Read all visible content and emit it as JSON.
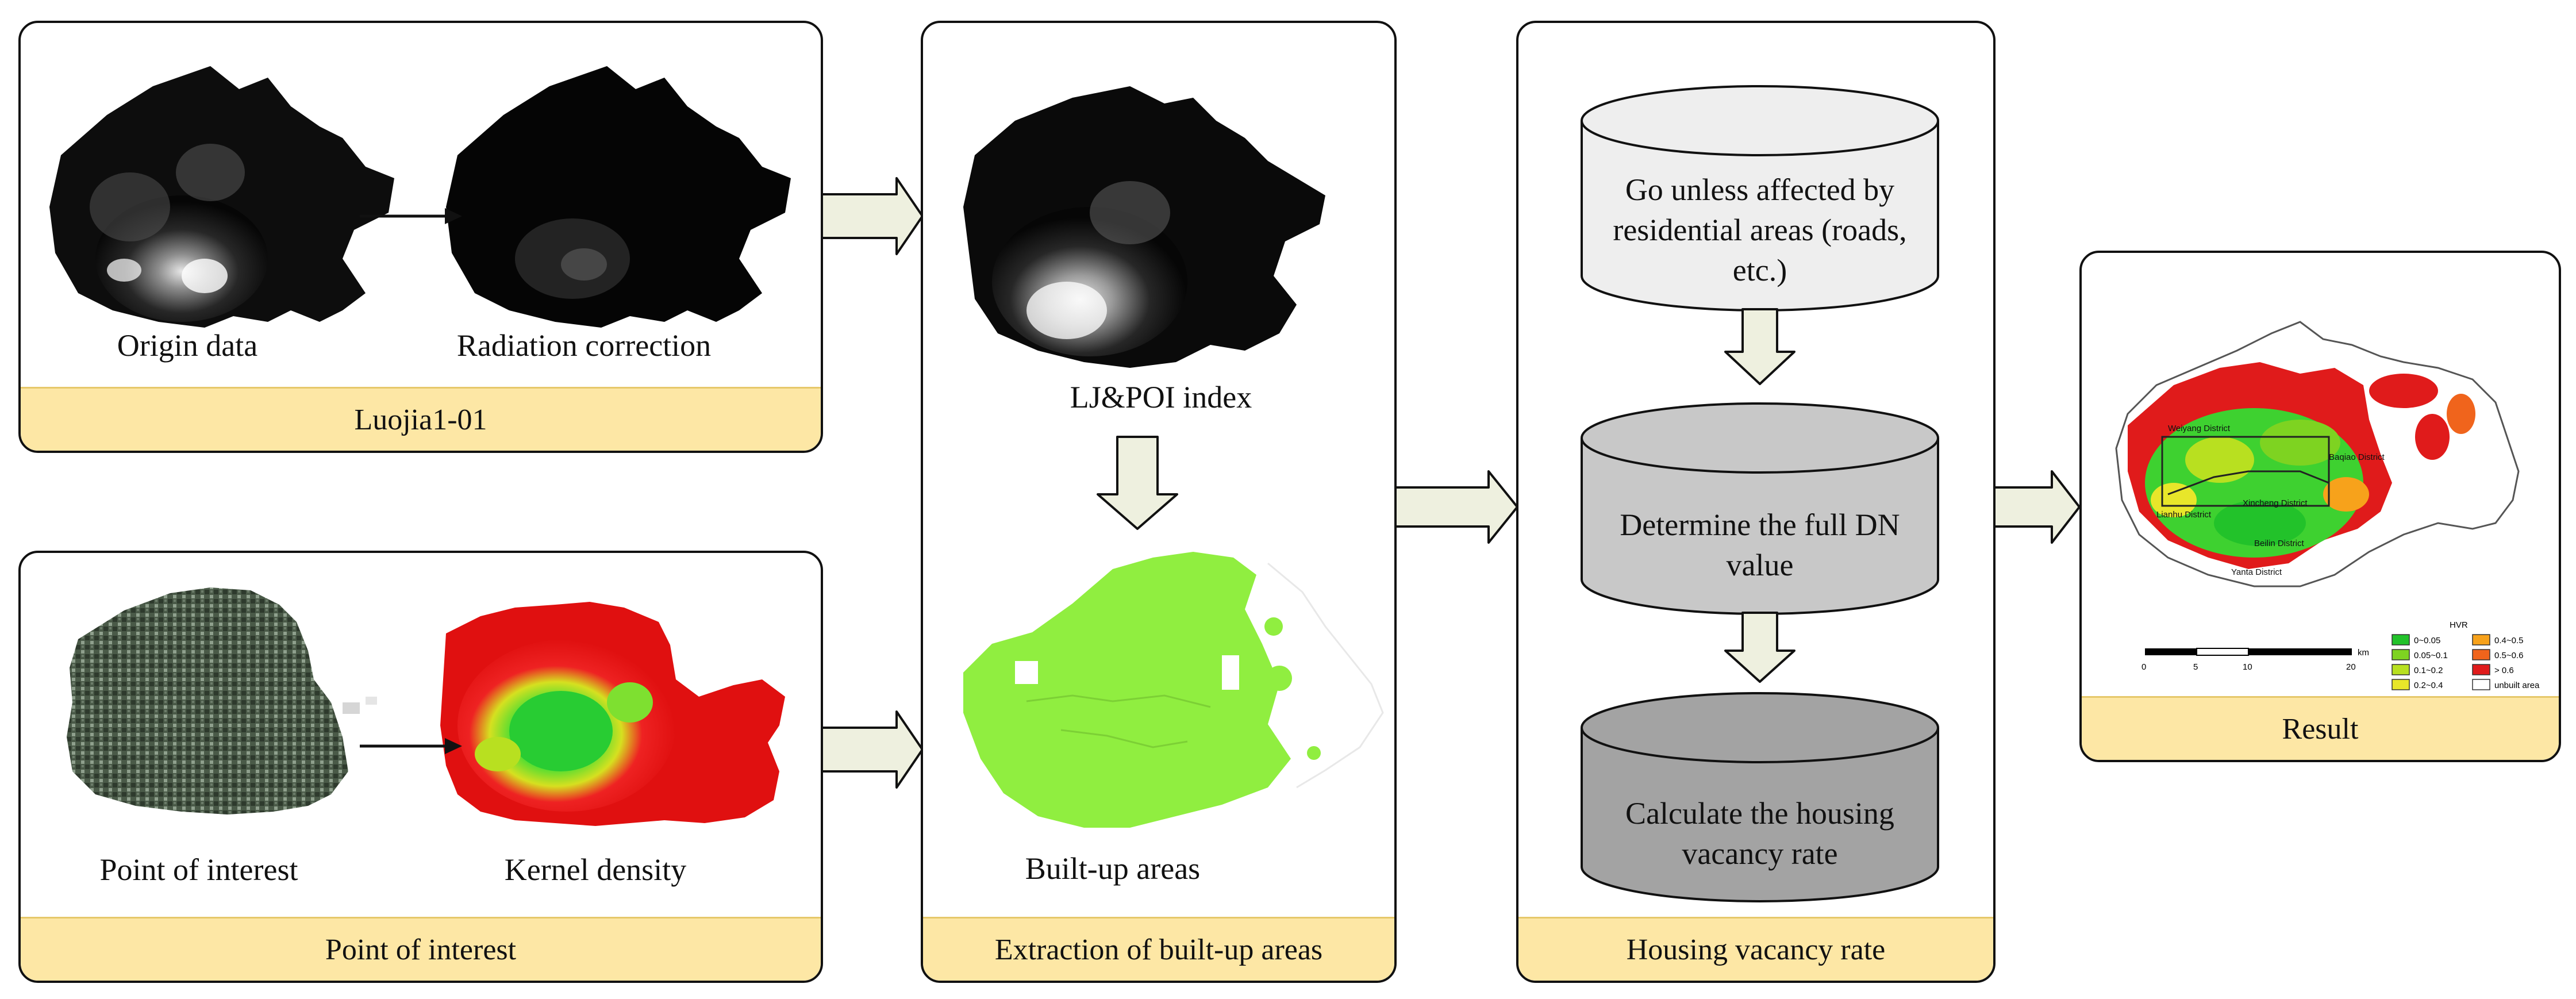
{
  "luojia_panel": {
    "caption_left": "Origin data",
    "caption_right": "Radiation correction",
    "banner": "Luojia1-01"
  },
  "poi_panel": {
    "caption_left": "Point of interest",
    "caption_right": "Kernel density",
    "banner": "Point of interest"
  },
  "extraction_panel": {
    "caption_top": "LJ&POI index",
    "caption_bottom": "Built-up areas",
    "banner": "Extraction of built-up areas"
  },
  "vacancy_panel": {
    "cylinder_1": "Go unless affected by residential areas (roads, etc.)",
    "cylinder_2": "Determine the full DN value",
    "cylinder_3": "Calculate the housing vacancy rate",
    "banner": "Housing vacancy rate"
  },
  "result_panel": {
    "banner": "Result",
    "map_labels": {
      "weiyang": "Weiyang District",
      "baqiao": "Baqiao District",
      "xincheng": "Xincheng District",
      "lianhu": "Lianhu District",
      "beilin": "Beilin District",
      "yanta": "Yanta District"
    },
    "scale": {
      "unit": "km",
      "ticks": [
        "0",
        "5",
        "10",
        "20"
      ]
    },
    "legend": {
      "title": "HVR",
      "items": [
        {
          "label": "0~0.05",
          "color": "#22c22a"
        },
        {
          "label": "0.05~0.1",
          "color": "#7ed321"
        },
        {
          "label": "0.1~0.2",
          "color": "#b8e020"
        },
        {
          "label": "0.2~0.4",
          "color": "#e8e62a"
        },
        {
          "label": "0.4~0.5",
          "color": "#f7a21b"
        },
        {
          "label": "0.5~0.6",
          "color": "#f0641c"
        },
        {
          "label": "> 0.6",
          "color": "#e01b1b"
        },
        {
          "label": "unbuilt area",
          "color": "#ffffff"
        }
      ]
    }
  },
  "colors": {
    "banner_fill": "#fde7a5",
    "arrow_fill": "#eef0df",
    "built_up_green": "#90ee40",
    "cylinder_light": "#eeeeee",
    "cylinder_mid": "#c8c8c8",
    "cylinder_dark": "#a3a3a3"
  }
}
